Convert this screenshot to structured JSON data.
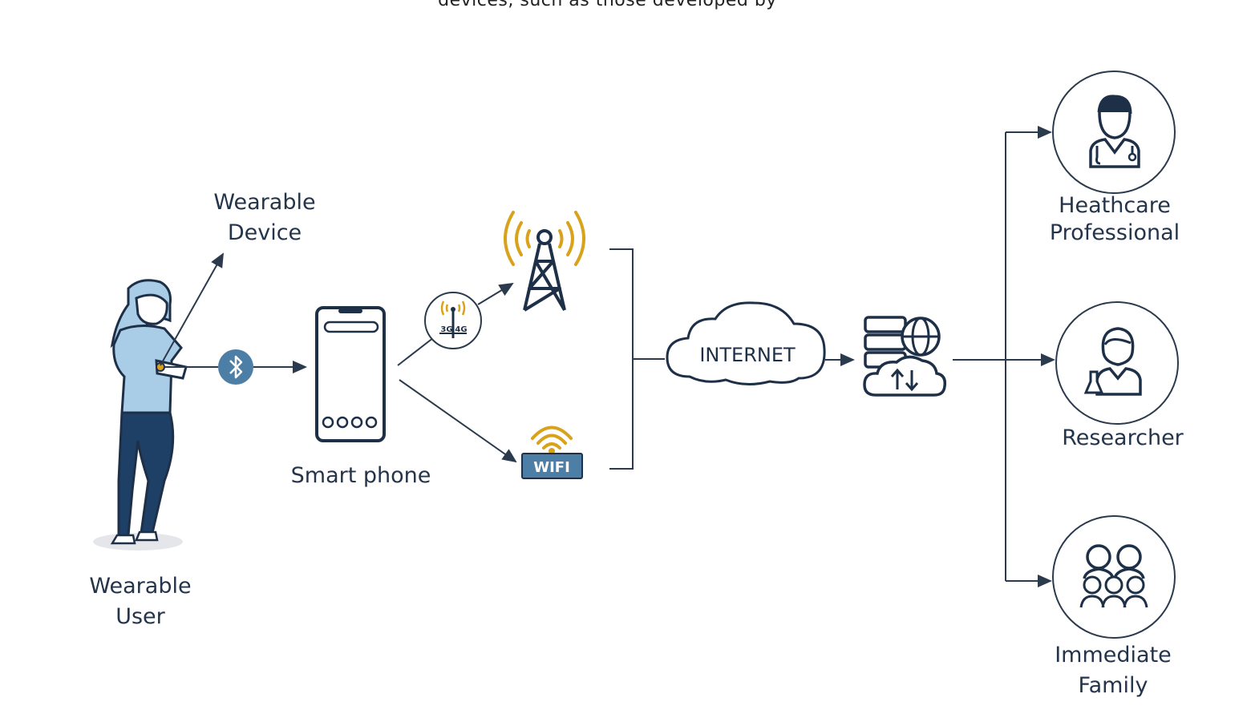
{
  "caption": "devices, such as those developed by",
  "labels": {
    "wearable_device": [
      "Wearable",
      "Device"
    ],
    "wearable_user": [
      "Wearable",
      "User"
    ],
    "smart_phone": "Smart phone",
    "cell_badge": [
      "3G",
      "4G"
    ],
    "wifi": "WIFI",
    "internet": "INTERNET",
    "healthcare": [
      "Heathcare",
      "Professional"
    ],
    "researcher": "Researcher",
    "family": [
      "Immediate",
      "Family"
    ]
  },
  "colors": {
    "navy": "#1e3048",
    "accent_gold": "#d9a21b",
    "shirt": "#a9cde6",
    "pants": "#1e3f66",
    "bluetooth": "#4d7ea6",
    "wifi_badge": "#4d7ea6",
    "line": "#2b3a4d"
  },
  "icons": [
    "person-icon",
    "bluetooth-icon",
    "smartphone-icon",
    "cell-tower-icon",
    "wifi-icon",
    "cloud-icon",
    "server-cloud-icon",
    "doctor-icon",
    "researcher-icon",
    "family-icon"
  ]
}
